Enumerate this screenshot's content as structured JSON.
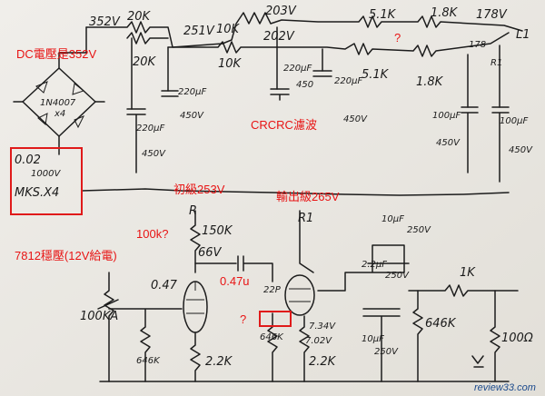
{
  "annotations": {
    "dc_voltage": "DC電壓是352V",
    "crcrc_filter": "CRCRC濾波",
    "first_stage": "初級253V",
    "output_stage": "輸出級265V",
    "regulator": "7812穩壓(12V給電)",
    "resistor_q": "100k?",
    "coupling_cap": "0.47u",
    "q_top": "?",
    "q_bottom": "?"
  },
  "handwriting": {
    "v352": "352V",
    "r20k_a": "20K",
    "r20k_b": "20K",
    "v251": "251V",
    "r10k_a": "10K",
    "r10k_b": "10K",
    "v203": "203V",
    "v202": "202V",
    "r5k1_a": "5.1K",
    "r5k1_b": "5.1K",
    "r1k8_a": "1.8K",
    "r1k8_b": "1.8K",
    "v178": "178V",
    "l1": "L1",
    "v178b": "178",
    "r1": "R1",
    "c220_a": "220μF",
    "c220_a_v": "450V",
    "c220_b": "220μF",
    "c220_b_v": "450V",
    "c220_c": "220μF",
    "c220_c_v": "450",
    "c220_d": "220μF",
    "c220_d_v": "450V",
    "c100_a": "100μF",
    "c100_a_v": "450V",
    "c100_b": "100μF",
    "c100_b_v": "450V",
    "bridge_cap": "0.02",
    "bridge_cap_v": "1000V",
    "diodes": "MKS.X4",
    "diode_part": "1N4007",
    "diode_x4": "x4",
    "r": "R",
    "r150k": "150K",
    "v66": "66V",
    "c047": "0.47",
    "r100ka": "100KA",
    "r646k_a": "646K",
    "r2k2_a": "2.2K",
    "r1_b": "R1",
    "c22p": "22P",
    "r646k_b": "646K",
    "r2k2_b": "2.2K",
    "v734": "7.34V",
    "v702": "7.02V",
    "c10u_a": "10μF",
    "c10u_a_v": "250V",
    "c22u": "2.2μF",
    "c22u_v": "250V",
    "c10u_b": "10μF",
    "c10u_b_v": "250V",
    "r646k_c": "646K",
    "r1k": "1K",
    "r100": "100Ω"
  },
  "watermark": "review33.com"
}
